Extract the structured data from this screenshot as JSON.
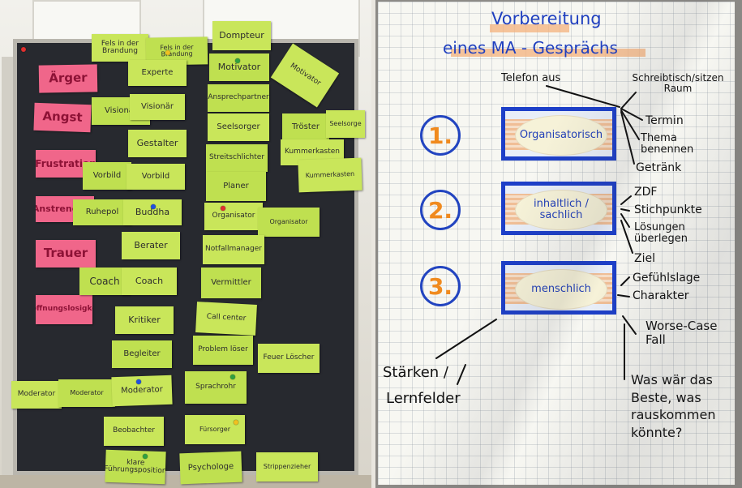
{
  "left_board": {
    "pink_notes": [
      "Ärger",
      "Angst",
      "Frustration",
      "Anstrengung",
      "Trauer",
      "Hoffnungslosigkeit"
    ],
    "green_notes": {
      "fels_in_der_brandung": "Fels in der Brandung",
      "fels_in_der_brandung_2": "Fels in der Brandung",
      "dompteur": "Dompteur",
      "experte": "Experte",
      "motivator": "Motivator",
      "motivator_tilted": "Motivator",
      "visionaer": "Visionär",
      "ansprechpartner": "Ansprechpartner",
      "troester": "Tröster",
      "seelsorge": "Seelsorge",
      "seelsorger": "Seelsorger",
      "gestalter": "Gestalter",
      "streitschlichter": "Streitschlichter",
      "kummerkasten": "Kummerkasten",
      "kummerkasten_2": "Kummerkasten",
      "vorbild": "Vorbild",
      "vorbild_2": "Vorbild",
      "planer": "Planer",
      "ruhepol": "Ruhepol",
      "buddha": "Buddha",
      "organisator": "Organisator",
      "organisator_2": "Organisator",
      "berater": "Berater",
      "notfallmanager": "Notfallmanager",
      "coach": "Coach",
      "coach_2": "Coach",
      "vermittler": "Vermittler",
      "kritiker": "Kritiker",
      "call_center": "Call center",
      "begleiter": "Begleiter",
      "problemloeser": "Problem löser",
      "feuerloescher": "Feuer Löscher",
      "moderator": "Moderator",
      "moderator_2": "Moderator",
      "moderator_3": "Moderator",
      "sprachrohr": "Sprachrohr",
      "beobachter": "Beobachter",
      "fuersorger": "Fürsorger",
      "klare_fuehrungsposition": "klare Führungsposition",
      "psychologe": "Psychologe",
      "strippenzieher": "Strippenzieher"
    }
  },
  "right_flipchart": {
    "title_line1": "Vorbereitung",
    "title_line2": "eines MA - Gesprächs",
    "top_notes": {
      "telefon": "Telefon aus",
      "raum": "Schreibtisch/sitzen Raum"
    },
    "steps": [
      {
        "number": "1.",
        "label": "Organisatorisch",
        "notes": [
          "Termin",
          "Thema benennen",
          "Getränk"
        ]
      },
      {
        "number": "2.",
        "label": "inhaltlich / sachlich",
        "notes": [
          "ZDF",
          "Stichpunkte",
          "Lösungen überlegen",
          "Ziel"
        ]
      },
      {
        "number": "3.",
        "label": "menschlich",
        "notes": [
          "Gefühlslage",
          "Charakter",
          "Worse-Case Fall",
          "Was wär das Beste, was rauskommen könnte?"
        ]
      }
    ],
    "bottom_left": {
      "line1": "Stärken /",
      "line2": "Lernfelder"
    }
  },
  "colors": {
    "board": "#27292f",
    "note_green": "#c9e65a",
    "note_pink": "#f0668a",
    "marker_blue": "#1f3fbf",
    "marker_orange": "#f08a1e"
  }
}
